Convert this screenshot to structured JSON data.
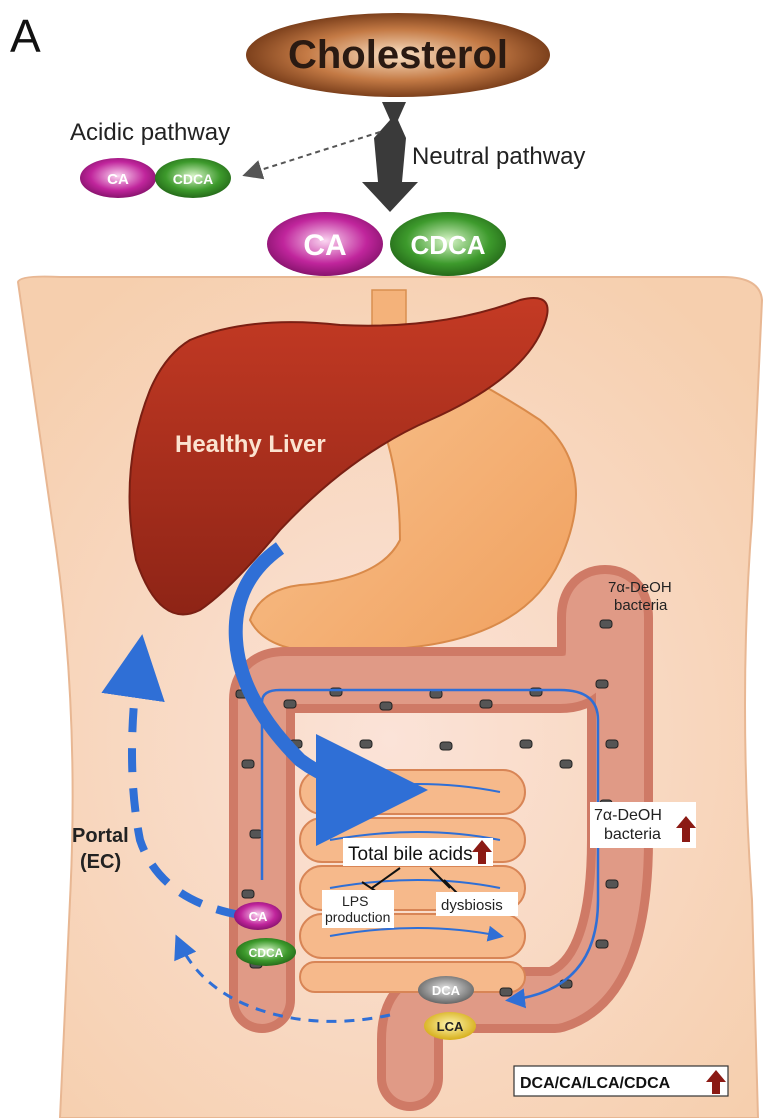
{
  "panel_label": "A",
  "cholesterol": "Cholesterol",
  "acidic_pathway": "Acidic pathway",
  "neutral_pathway": "Neutral pathway",
  "acidic_products": [
    "CA",
    "CDCA"
  ],
  "neutral_products": [
    "CA",
    "CDCA"
  ],
  "liver_label": "Healthy Liver",
  "bacteria_top": [
    "7α-DeOH",
    "bacteria"
  ],
  "bacteria_right": [
    "7α-DeOH",
    "bacteria"
  ],
  "portal": [
    "Portal",
    "(EC)"
  ],
  "total_bile_acids": "Total bile acids",
  "lps": [
    "LPS",
    "production"
  ],
  "dysbiosis": "dysbiosis",
  "cecum_acids": [
    "CA",
    "CDCA"
  ],
  "colon_acids": [
    "DCA",
    "LCA"
  ],
  "summary": "DCA/CA/LCA/CDCA",
  "colors": {
    "ca": "#c0259c",
    "cdca": "#3d9a2c",
    "liver": "#b03020",
    "arrow_blue": "#2f6fd6",
    "up_arrow": "#8b1a14",
    "dca": "#808080",
    "lca": "#e8c21c"
  }
}
